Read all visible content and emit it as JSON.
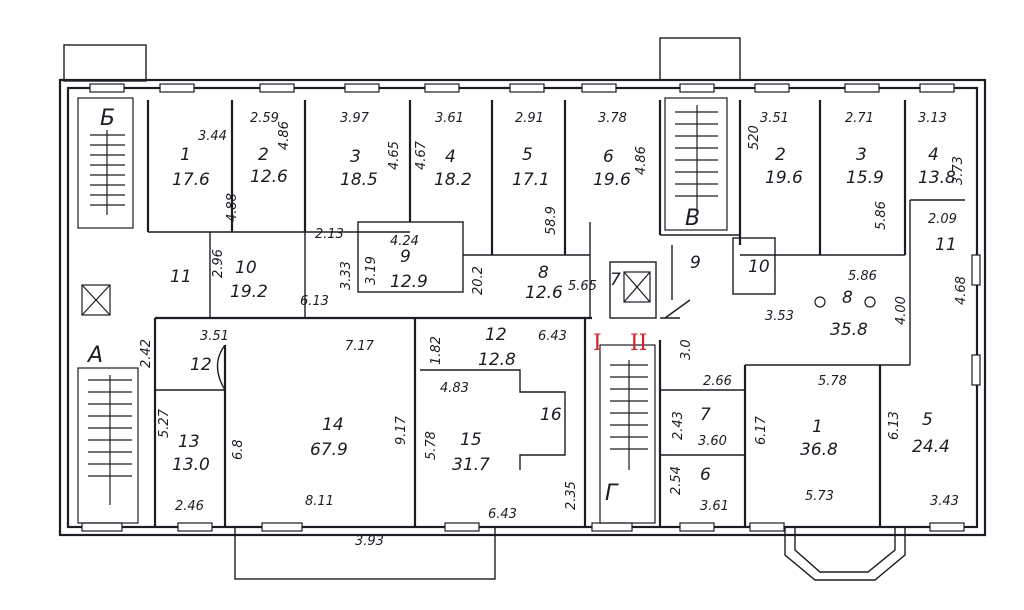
{
  "colors": {
    "ink": "#1c1c24",
    "marker_red": "#d4202a",
    "paper": "#ffffff"
  },
  "stair_labels": {
    "b": "Б",
    "v": "В",
    "a": "А",
    "g": "Г"
  },
  "section_marks": {
    "s1": "I",
    "s2": "II"
  },
  "rooms": [
    {
      "num": "1",
      "area": "17.6"
    },
    {
      "num": "2",
      "area": "12.6"
    },
    {
      "num": "3",
      "area": "18.5"
    },
    {
      "num": "4",
      "area": "18.2"
    },
    {
      "num": "5",
      "area": "17.1"
    },
    {
      "num": "6",
      "area": "19.6"
    },
    {
      "num": "10",
      "area": "19.2"
    },
    {
      "num": "9",
      "area": "12.9"
    },
    {
      "num": "8",
      "area": "12.6"
    },
    {
      "num": "12",
      "area": "12.8"
    },
    {
      "num": "14",
      "area": "67.9"
    },
    {
      "num": "15",
      "area": "31.7"
    },
    {
      "num": "13",
      "area": "13.0"
    },
    {
      "num": "2",
      "area": "19.6"
    },
    {
      "num": "3",
      "area": "15.9"
    },
    {
      "num": "4",
      "area": "13.8"
    },
    {
      "num": "8",
      "area": "35.8"
    },
    {
      "num": "1",
      "area": "36.8"
    },
    {
      "num": "5",
      "area": "24.4"
    }
  ],
  "single_labels": [
    "11",
    "12",
    "16",
    "7",
    "9",
    "10",
    "11",
    "7",
    "6"
  ],
  "dimensions": [
    "3.44",
    "2.59",
    "4.86",
    "3.97",
    "4.65",
    "3.61",
    "4.67",
    "2.91",
    "3.78",
    "4.88",
    "58.9",
    "4.86",
    "2.13",
    "4.24",
    "2.96",
    "3.33",
    "3.19",
    "6.13",
    "20.2",
    "5.65",
    "3.51",
    "2.42",
    "7.17",
    "1.82",
    "6.43",
    "4.83",
    "5.27",
    "6.8",
    "9.17",
    "5.78",
    "2.46",
    "8.11",
    "3.93",
    "6.43",
    "2.35",
    "3.51",
    "520",
    "2.71",
    "3.13",
    "3.73",
    "5.86",
    "2.09",
    "5.86",
    "4.68",
    "4.00",
    "3.53",
    "3.0",
    "2.66",
    "5.78",
    "2.43",
    "3.60",
    "6.17",
    "6.13",
    "2.54",
    "3.61",
    "5.73",
    "3.43"
  ]
}
